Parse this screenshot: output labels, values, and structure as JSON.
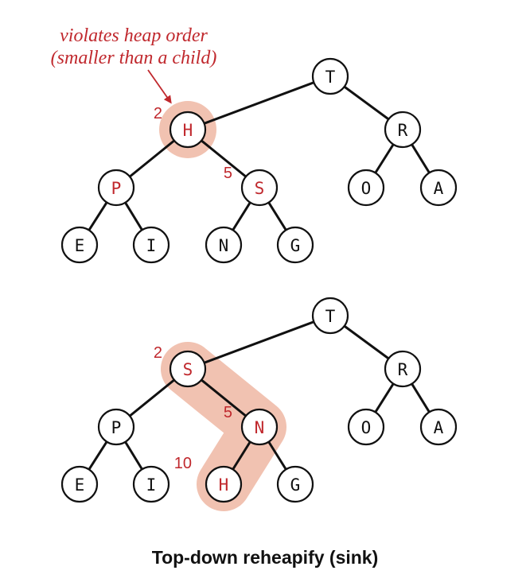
{
  "annotation": {
    "line1": "violates heap order",
    "line2": "(smaller than a child)"
  },
  "caption": "Top-down reheapify (sink)",
  "colors": {
    "highlight": "#f1c2b1",
    "red": "#c0282d",
    "black": "#111111"
  },
  "trees": [
    {
      "nodes": [
        {
          "label": "T",
          "red": false
        },
        {
          "label": "H",
          "red": true,
          "index": "2"
        },
        {
          "label": "R",
          "red": false
        },
        {
          "label": "P",
          "red": true
        },
        {
          "label": "S",
          "red": true,
          "index": "5"
        },
        {
          "label": "O",
          "red": false
        },
        {
          "label": "A",
          "red": false
        },
        {
          "label": "E",
          "red": false
        },
        {
          "label": "I",
          "red": false
        },
        {
          "label": "N",
          "red": false
        },
        {
          "label": "G",
          "red": false
        }
      ],
      "edges": [
        [
          0,
          1
        ],
        [
          0,
          2
        ],
        [
          1,
          3
        ],
        [
          1,
          4
        ],
        [
          2,
          5
        ],
        [
          2,
          6
        ],
        [
          3,
          7
        ],
        [
          3,
          8
        ],
        [
          4,
          9
        ],
        [
          4,
          10
        ]
      ],
      "highlight_path": [
        1
      ]
    },
    {
      "nodes": [
        {
          "label": "T",
          "red": false
        },
        {
          "label": "S",
          "red": true,
          "index": "2"
        },
        {
          "label": "R",
          "red": false
        },
        {
          "label": "P",
          "red": false
        },
        {
          "label": "N",
          "red": true,
          "index": "5"
        },
        {
          "label": "O",
          "red": false
        },
        {
          "label": "A",
          "red": false
        },
        {
          "label": "E",
          "red": false
        },
        {
          "label": "I",
          "red": false
        },
        {
          "label": "H",
          "red": true,
          "index": "10"
        },
        {
          "label": "G",
          "red": false
        }
      ],
      "edges": [
        [
          0,
          1
        ],
        [
          0,
          2
        ],
        [
          1,
          3
        ],
        [
          1,
          4
        ],
        [
          2,
          5
        ],
        [
          2,
          6
        ],
        [
          3,
          7
        ],
        [
          3,
          8
        ],
        [
          4,
          9
        ],
        [
          4,
          10
        ]
      ],
      "highlight_path": [
        1,
        4,
        9
      ]
    }
  ]
}
